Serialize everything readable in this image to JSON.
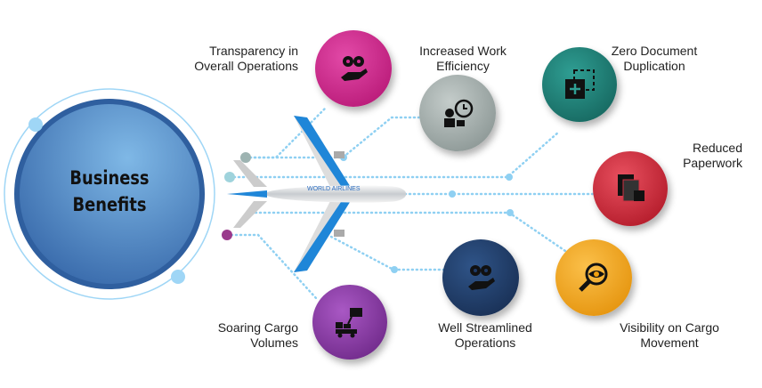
{
  "hub": {
    "title_line1": "Business",
    "title_line2": "Benefits",
    "color": "#3f78b8"
  },
  "plane": {
    "livery_text": "WORLD AIRLINES"
  },
  "benefits": [
    {
      "label_line1": "Transparency in",
      "label_line2": "Overall Operations",
      "color": "#c81f86",
      "icon": "gears-hand-icon"
    },
    {
      "label_line1": "Increased Work",
      "label_line2": "Efficiency",
      "color": "#9aa6a4",
      "icon": "worker-stopwatch-icon"
    },
    {
      "label_line1": "Zero Document",
      "label_line2": "Duplication",
      "color": "#1d7d74",
      "icon": "add-duplicate-icon"
    },
    {
      "label_line1": "Reduced",
      "label_line2": "Paperwork",
      "color": "#c8213a",
      "icon": "documents-icon"
    },
    {
      "label_line1": "Visibility on Cargo",
      "label_line2": "Movement",
      "color": "#f0a010",
      "icon": "eye-magnifier-icon"
    },
    {
      "label_line1": "Well Streamlined",
      "label_line2": "Operations",
      "color": "#1e3a66",
      "icon": "gears-hand-icon"
    },
    {
      "label_line1": "Soaring Cargo",
      "label_line2": "Volumes",
      "color": "#7f2f9c",
      "icon": "cargo-truck-icon"
    }
  ]
}
